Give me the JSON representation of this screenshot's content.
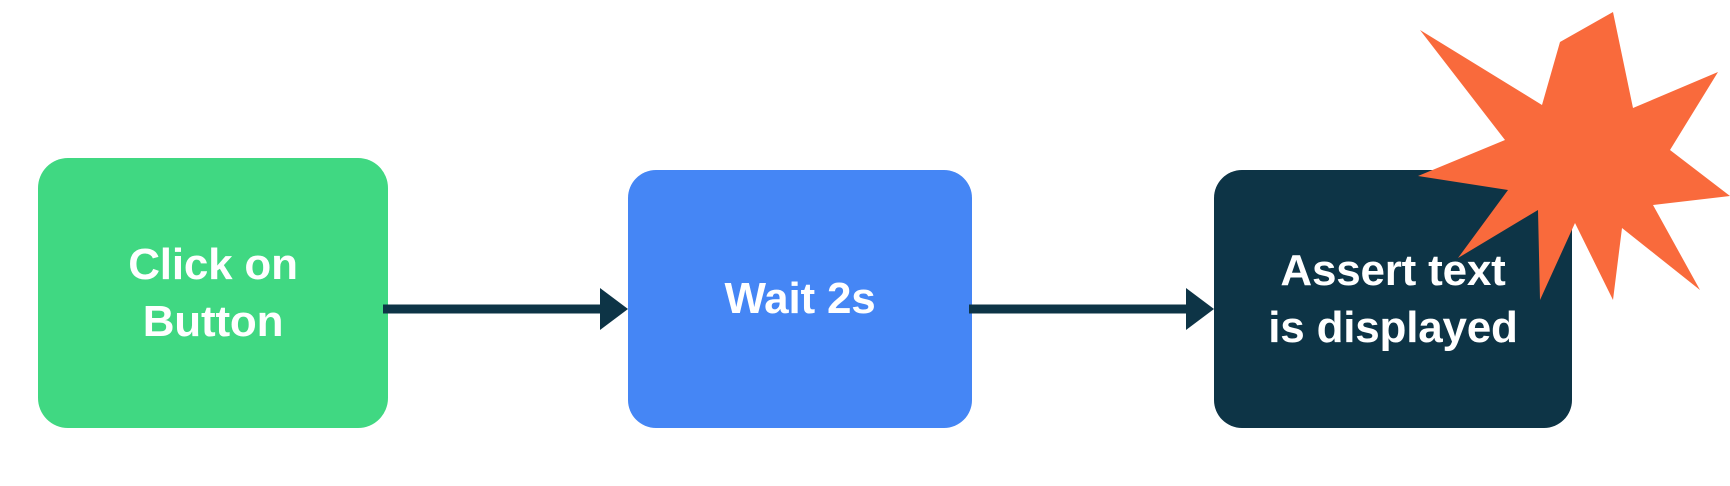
{
  "diagram": {
    "type": "flowchart",
    "orientation": "left-to-right",
    "background_color": "#ffffff",
    "title": "",
    "nodes": [
      {
        "id": "click-on-button",
        "label": "Click on\nButton",
        "text_lines": [
          "Click on",
          "Button"
        ],
        "shape": "rounded-rectangle",
        "fill_color": "#40d882",
        "text_color": "#ffffff",
        "order": 1
      },
      {
        "id": "wait",
        "label": "Wait 2s",
        "text_lines": [
          "Wait 2s"
        ],
        "shape": "rounded-rectangle",
        "fill_color": "#4586f5",
        "text_color": "#ffffff",
        "order": 2
      },
      {
        "id": "assert",
        "label": "Assert text\nis displayed",
        "text_lines": [
          "Assert text",
          "is displayed"
        ],
        "shape": "rounded-rectangle",
        "fill_color": "#0d3446",
        "text_color": "#ffffff",
        "order": 3
      }
    ],
    "connectors": [
      {
        "id": "arrow-click-to-wait",
        "from": "click-on-button",
        "to": "wait",
        "label": "",
        "color": "#0d3446",
        "arrowhead": "filled-triangle"
      },
      {
        "id": "arrow-wait-to-assert",
        "from": "wait",
        "to": "assert",
        "label": "",
        "color": "#0d3446",
        "arrowhead": "filled-triangle"
      }
    ],
    "decorations": [
      {
        "id": "burst",
        "name": "starburst-badge",
        "shape": "starburst",
        "points": 13,
        "fill_color": "#f96a3c",
        "label": "",
        "attached_to": "assert",
        "position": "top-right"
      }
    ]
  }
}
